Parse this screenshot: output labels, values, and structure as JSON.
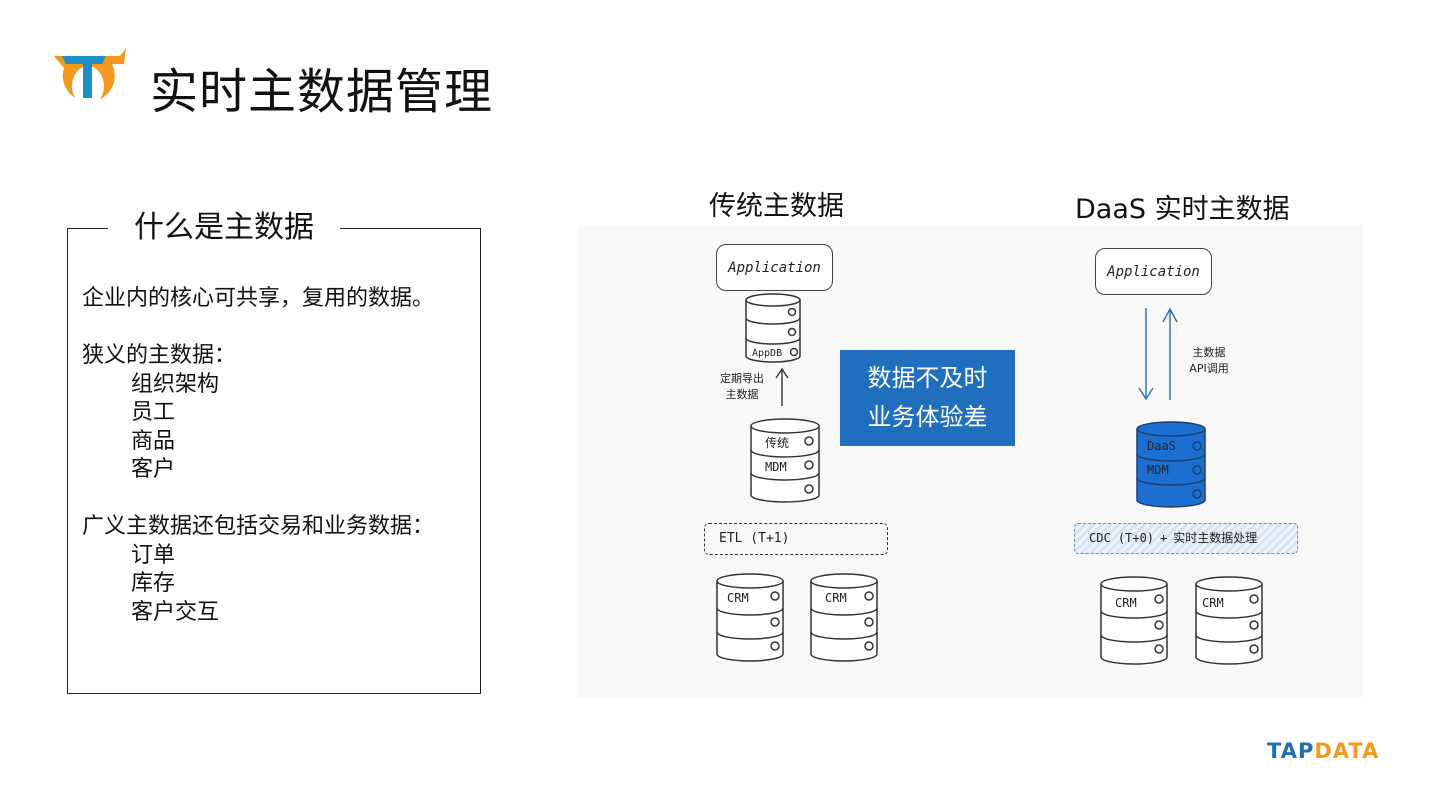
{
  "page": {
    "title": "实时主数据管理"
  },
  "definition": {
    "heading": "什么是主数据",
    "intro": "企业内的核心可共享，复用的数据。",
    "narrow_label": "狭义的主数据：",
    "narrow_items": [
      "组织架构",
      "员工",
      "商品",
      "客户"
    ],
    "broad_label": "广义主数据还包括交易和业务数据：",
    "broad_items": [
      "订单",
      "库存",
      "客户交互"
    ]
  },
  "diagram": {
    "traditional": {
      "title": "传统主数据",
      "app_label": "Application",
      "appdb_label": "AppDB",
      "export_label_line1": "定期导出",
      "export_label_line2": "主数据",
      "mdm_label_line1": "传统",
      "mdm_label_line2": "MDM",
      "etl_label": "ETL (T+1)",
      "sources": [
        "CRM",
        "CRM"
      ]
    },
    "callout": {
      "line1": "数据不及时",
      "line2": "业务体验差"
    },
    "daas": {
      "title": "DaaS 实时主数据",
      "app_label": "Application",
      "api_label_line1": "主数据",
      "api_label_line2": "API调用",
      "db_label_line1": "DaaS",
      "db_label_line2": "MDM",
      "cdc_label": "CDC (T+0)",
      "cdc_separator": "+",
      "cdc_extra": "实时主数据处理",
      "sources": [
        "CRM",
        "CRM"
      ]
    }
  },
  "brand": {
    "part1": "TAP",
    "part2": "DATA"
  },
  "colors": {
    "accent_blue": "#1f6fbe",
    "daas_db_fill": "#1a6fd1",
    "brand_blue": "#1e6fb4",
    "brand_orange": "#f39a1e",
    "logo_orange": "#f39a1e",
    "logo_teal": "#1e8fc6"
  }
}
